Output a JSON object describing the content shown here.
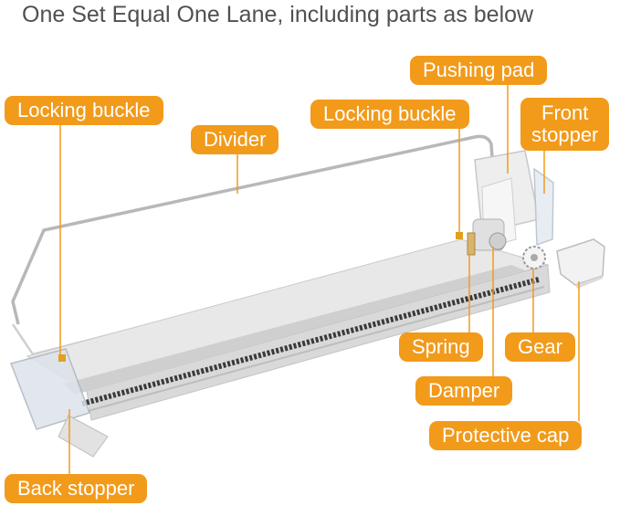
{
  "title": "One Set Equal One Lane, including parts as below",
  "labels": {
    "locking_buckle_left": "Locking buckle",
    "divider": "Divider",
    "locking_buckle_right": "Locking buckle",
    "pushing_pad": "Pushing pad",
    "front_stopper_line1": "Front",
    "front_stopper_line2": "stopper",
    "spring": "Spring",
    "gear": "Gear",
    "damper": "Damper",
    "protective_cap": "Protective cap",
    "back_stopper": "Back stopper"
  },
  "colors": {
    "accent": "#f29a1a",
    "label_text": "#ffffff",
    "title_text": "#505050"
  }
}
